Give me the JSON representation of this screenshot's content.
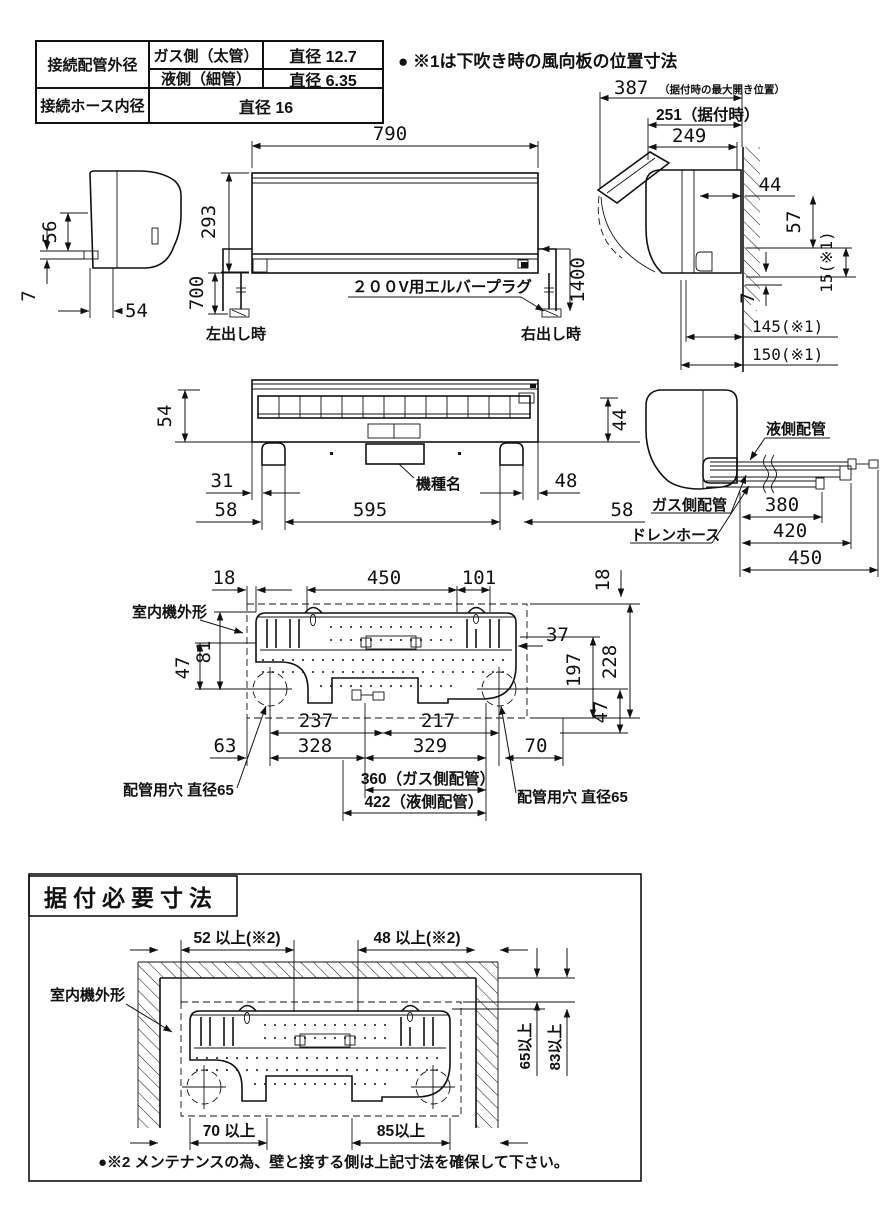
{
  "colors": {
    "ink": "#111111",
    "paper": "#ffffff"
  },
  "spec_table": {
    "outer_label": "接続配管外径",
    "gas_side": "ガス側（太管）",
    "gas_value": "直径 12.7",
    "liquid_side": "液側（細管）",
    "liquid_value": "直径 6.35",
    "hose_label": "接続ホース内径",
    "hose_value": "直径 16"
  },
  "note_top": "● ※1は下吹き時の風向板の位置寸法",
  "views": {
    "side_left": {
      "h56": "56",
      "h7": "7",
      "w54": "54"
    },
    "front": {
      "w790": "790",
      "h293": "293",
      "cord_left": "700",
      "cord_right": "1400",
      "plug": "２００V用エルバープラグ",
      "left_out": "左出し時",
      "right_out": "右出し時"
    },
    "side_right": {
      "open_max": "387",
      "open_max_note": "（据付時の最大開き位置）",
      "install_pos": "251（据付時）",
      "d249": "249",
      "d44": "44",
      "d57": "57",
      "d15": "15(※1)",
      "d7": "7",
      "d145": "145(※1)",
      "d150": "150(※1)"
    },
    "bottom": {
      "h54": "54",
      "h44": "44",
      "d31": "31",
      "d48": "48",
      "d58l": "58",
      "d595": "595",
      "d58r": "58",
      "model": "機種名"
    },
    "piping": {
      "liquid": "液側配管",
      "gas": "ガス側配管",
      "drain": "ドレンホース",
      "d380": "380",
      "d420": "420",
      "d450": "450"
    },
    "plate": {
      "outline": "室内機外形",
      "d18l": "18",
      "d450": "450",
      "d101": "101",
      "d18r": "18",
      "d37": "37",
      "d197": "197",
      "d228": "228",
      "d47l": "47",
      "d81": "81",
      "d237": "237",
      "d217": "217",
      "d63": "63",
      "d328": "328",
      "d329": "329",
      "d70": "70",
      "d47r": "47",
      "gas_pipe_dim": "360（ガス側配管）",
      "liquid_pipe_dim": "422（液側配管）",
      "pipe_hole_l": "配管用穴 直径65",
      "pipe_hole_r": "配管用穴 直径65"
    },
    "install": {
      "title": "据付必要寸法",
      "outline": "室内機外形",
      "left_min": "52 以上(※2)",
      "right_min": "48 以上(※2)",
      "top_min1": "65以上",
      "top_min2": "83以上",
      "bottom_l": "70 以上",
      "bottom_r": "85以上",
      "note": "●※2 メンテナンスの為、壁と接する側は上記寸法を確保して下さい。"
    }
  }
}
